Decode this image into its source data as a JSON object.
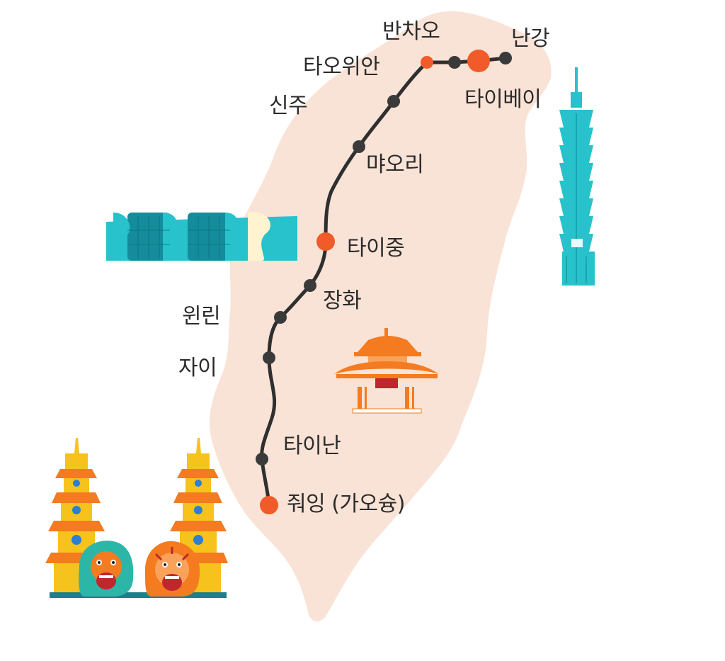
{
  "colors": {
    "land": "#f9e3d6",
    "route": "#2f2f2f",
    "major_station": "#f15a29",
    "minor_station": "#3a3a3a",
    "teal": "#27c2cc",
    "orange": "#f47b20",
    "yellow": "#f6c21c"
  },
  "stations": {
    "nangang": "난강",
    "banqiao": "반차오",
    "taoyuan": "타오위안",
    "taipei": "타이베이",
    "hsinchu": "신주",
    "miaoli": "먀오리",
    "taichung": "타이중",
    "changhua": "장화",
    "yunlin": "윈린",
    "chiayi": "자이",
    "tainan": "타이난",
    "zuoying": "줘잉 (가오슝)"
  },
  "landmarks": [
    "taipei-101-icon",
    "pavilion-icon",
    "bridge-icon",
    "dragon-tiger-pagodas-icon"
  ]
}
